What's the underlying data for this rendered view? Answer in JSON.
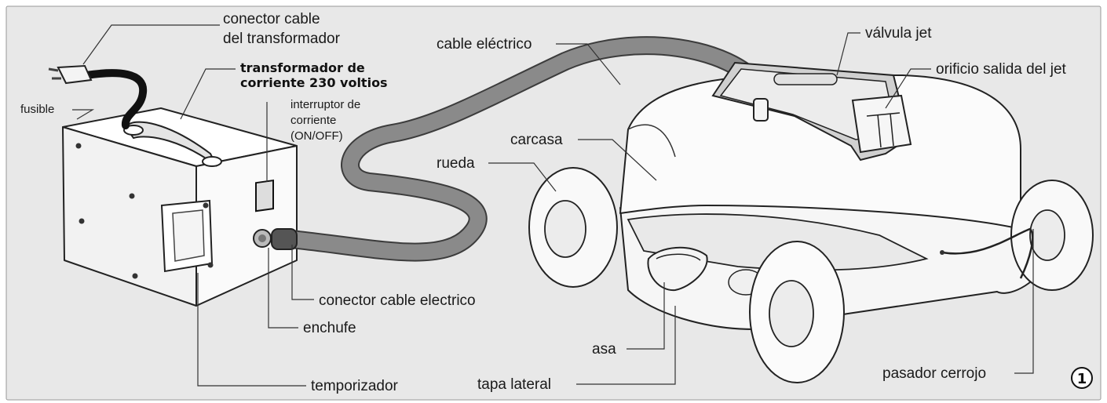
{
  "diagram": {
    "background": "#e8e8e8",
    "figure_number": "1",
    "labels": {
      "conector_cable_line1": "conector cable",
      "conector_cable_line2": "del transformador",
      "transformador_line1": "transformador de",
      "transformador_line2": "corriente 230 voltios",
      "fusible": "fusible",
      "interruptor_line1": "interruptor de",
      "interruptor_line2": "corriente",
      "interruptor_line3": "(ON/OFF)",
      "cable_electrico": "cable eléctrico",
      "valvula_jet": "válvula jet",
      "orificio": "orificio salida del jet",
      "carcasa": "carcasa",
      "rueda": "rueda",
      "conector_cable_electrico": "conector cable electrico",
      "enchufe": "enchufe",
      "asa": "asa",
      "tapa_lateral": "tapa lateral",
      "temporizador": "temporizador",
      "pasador_cerrojo": "pasador cerrojo"
    }
  }
}
